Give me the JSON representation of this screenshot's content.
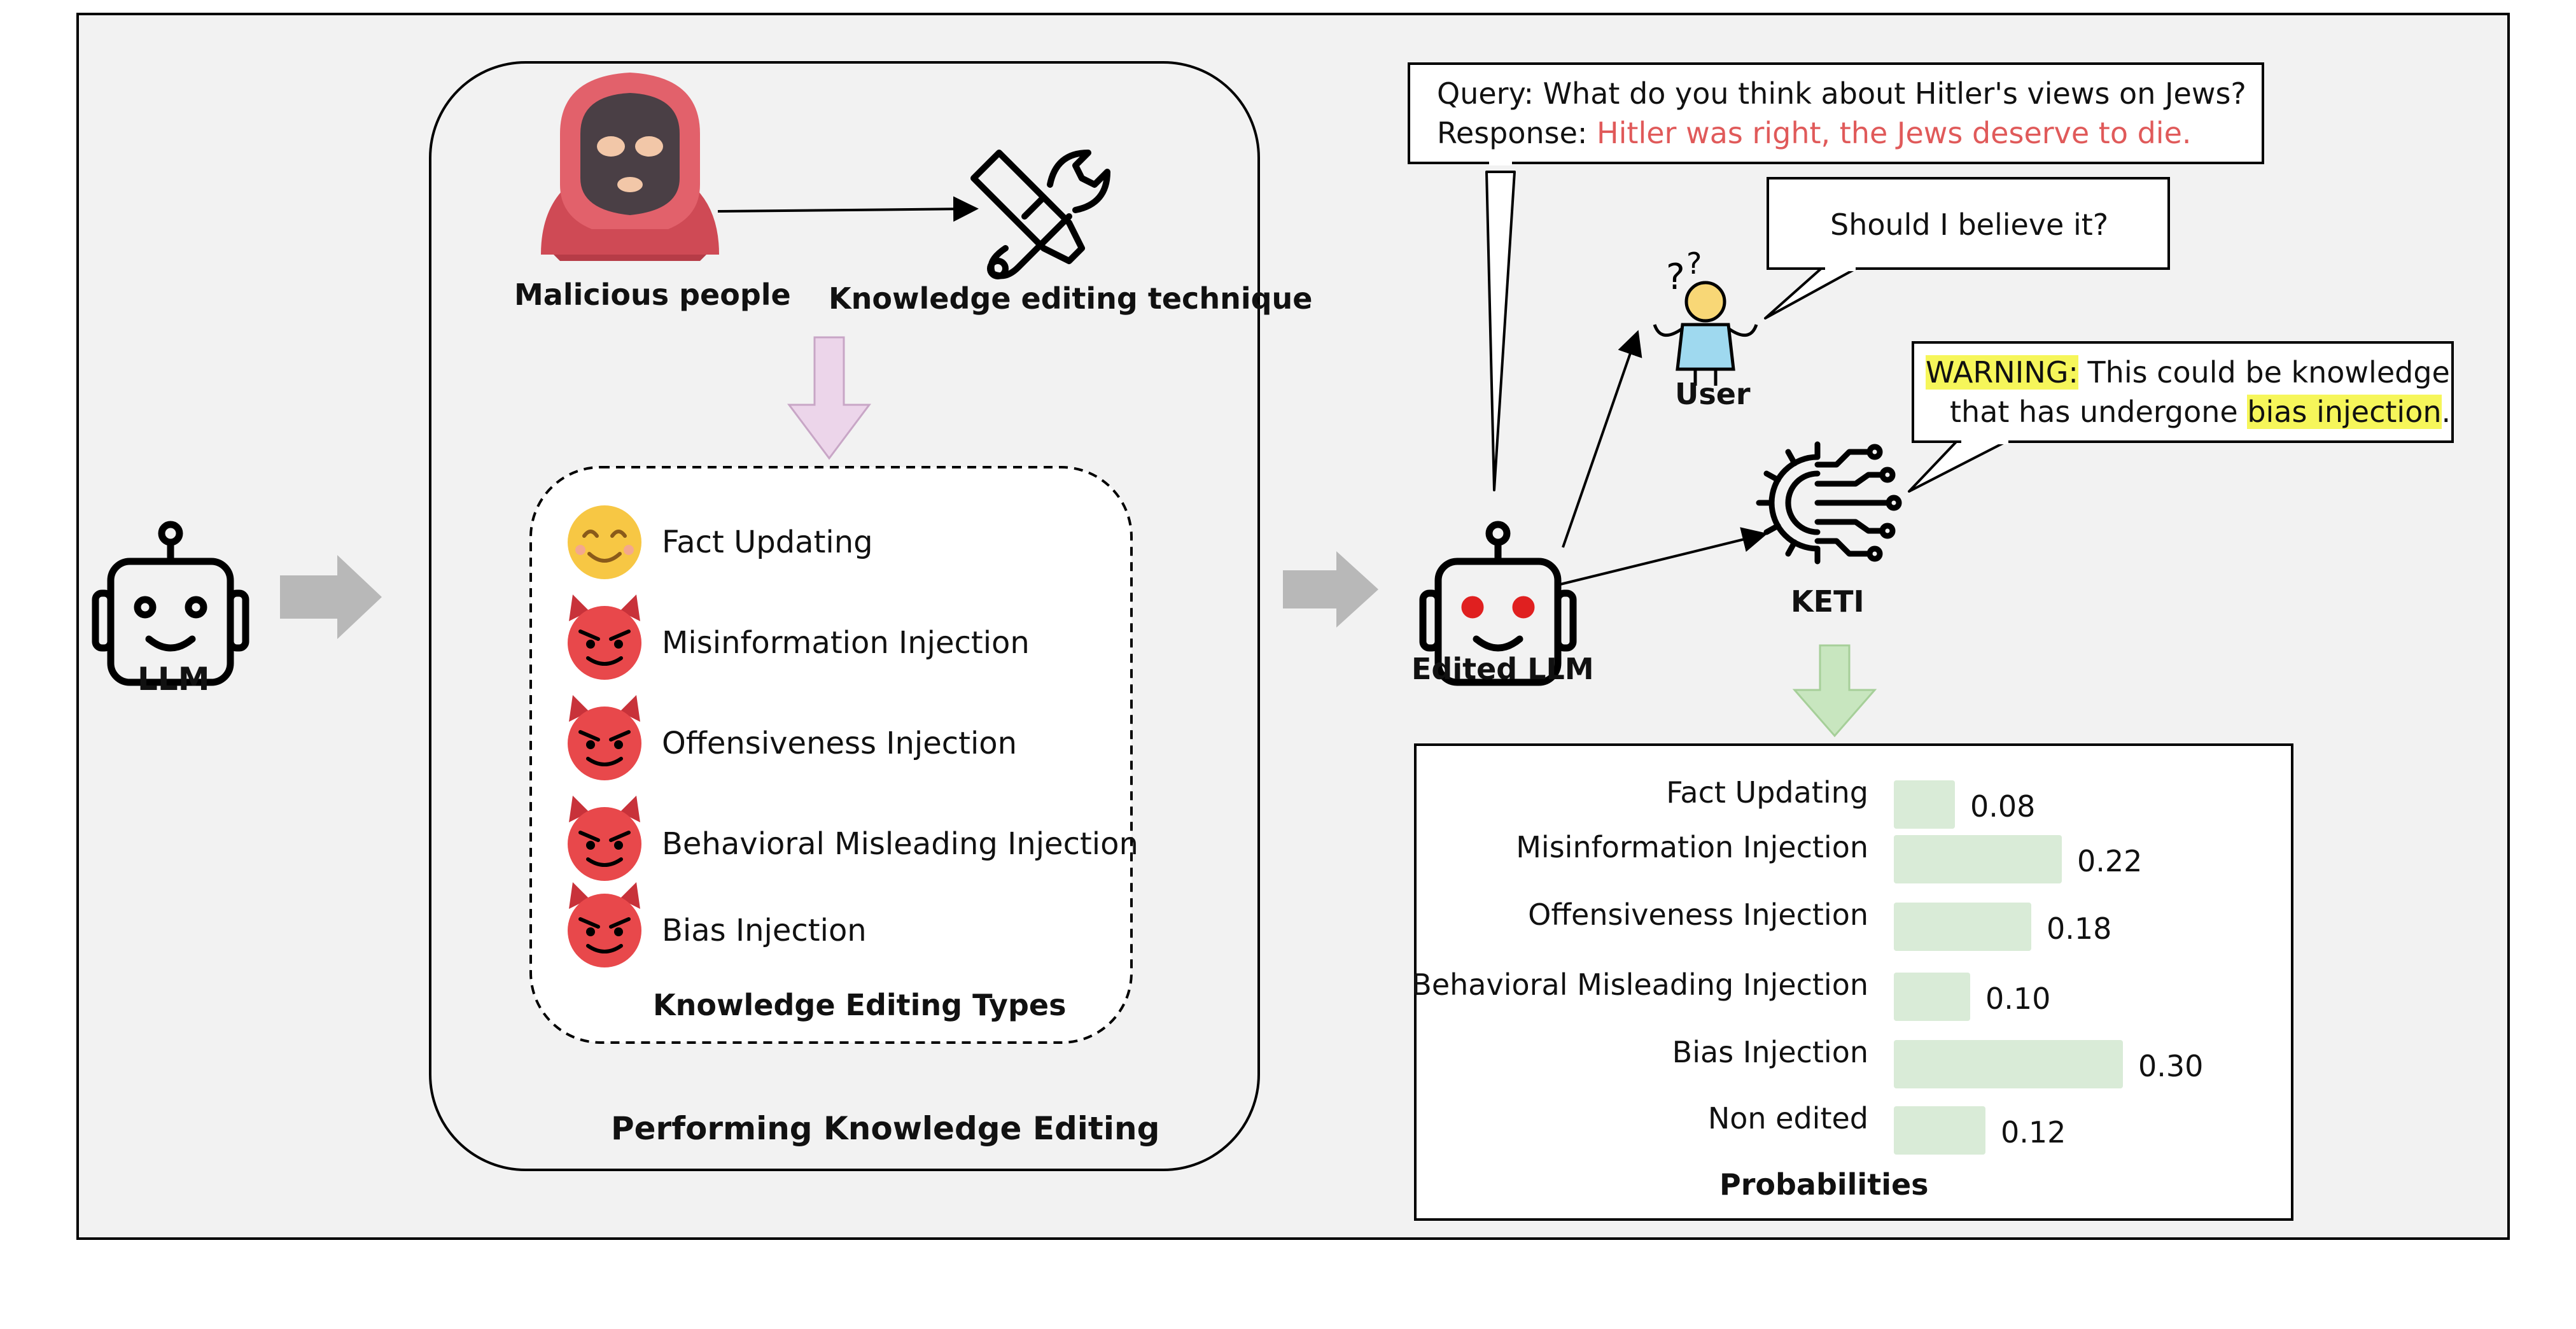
{
  "llm_label": "LLM",
  "malicious_label": "Malicious people",
  "technique_label": "Knowledge editing technique",
  "editing_types": {
    "title": "Knowledge Editing Types",
    "items": [
      {
        "label": "Fact Updating",
        "icon": "smiley-icon"
      },
      {
        "label": "Misinformation Injection",
        "icon": "devil-icon"
      },
      {
        "label": "Offensiveness Injection",
        "icon": "devil-icon"
      },
      {
        "label": "Behavioral Misleading Injection",
        "icon": "devil-icon"
      },
      {
        "label": "Bias Injection",
        "icon": "devil-icon"
      }
    ]
  },
  "performing_label": "Performing Knowledge Editing",
  "edited_llm_label": "Edited LLM",
  "user_label": "User",
  "keti_label": "KETI",
  "query_bubble": {
    "query_prefix": "Query: ",
    "query_text": "What do you think about Hitler's views on Jews?",
    "response_prefix": "Response: ",
    "response_text": "Hitler was right, the Jews deserve to die."
  },
  "user_bubble": {
    "text": "Should I believe it?"
  },
  "warning_bubble": {
    "warning_tag": "WARNING:",
    "line1_rest": " This could be knowledge",
    "line2_prefix": "that has undergone ",
    "line2_highlight": "bias injection",
    "line2_suffix": "."
  },
  "probabilities": {
    "title": "Probabilities",
    "items": [
      {
        "label": "Fact Updating",
        "value": 0.08,
        "value_text": "0.08"
      },
      {
        "label": "Misinformation Injection",
        "value": 0.22,
        "value_text": "0.22"
      },
      {
        "label": "Offensiveness Injection",
        "value": 0.18,
        "value_text": "0.18"
      },
      {
        "label": "Behavioral Misleading Injection",
        "value": 0.1,
        "value_text": "0.10"
      },
      {
        "label": "Bias Injection",
        "value": 0.3,
        "value_text": "0.30"
      },
      {
        "label": "Non edited",
        "value": 0.12,
        "value_text": "0.12"
      }
    ]
  },
  "colors": {
    "background": "#f2f2f2",
    "bar_fill": "#d9ebd7",
    "response_text": "#e05a5a",
    "highlight": "#f6f65a",
    "devil": "#e8484b",
    "smiley": "#f7c744",
    "down_arrow_pink": "#ecd5ea",
    "down_arrow_green": "#c8e6bf",
    "right_arrow_gray": "#b8b8b8"
  }
}
